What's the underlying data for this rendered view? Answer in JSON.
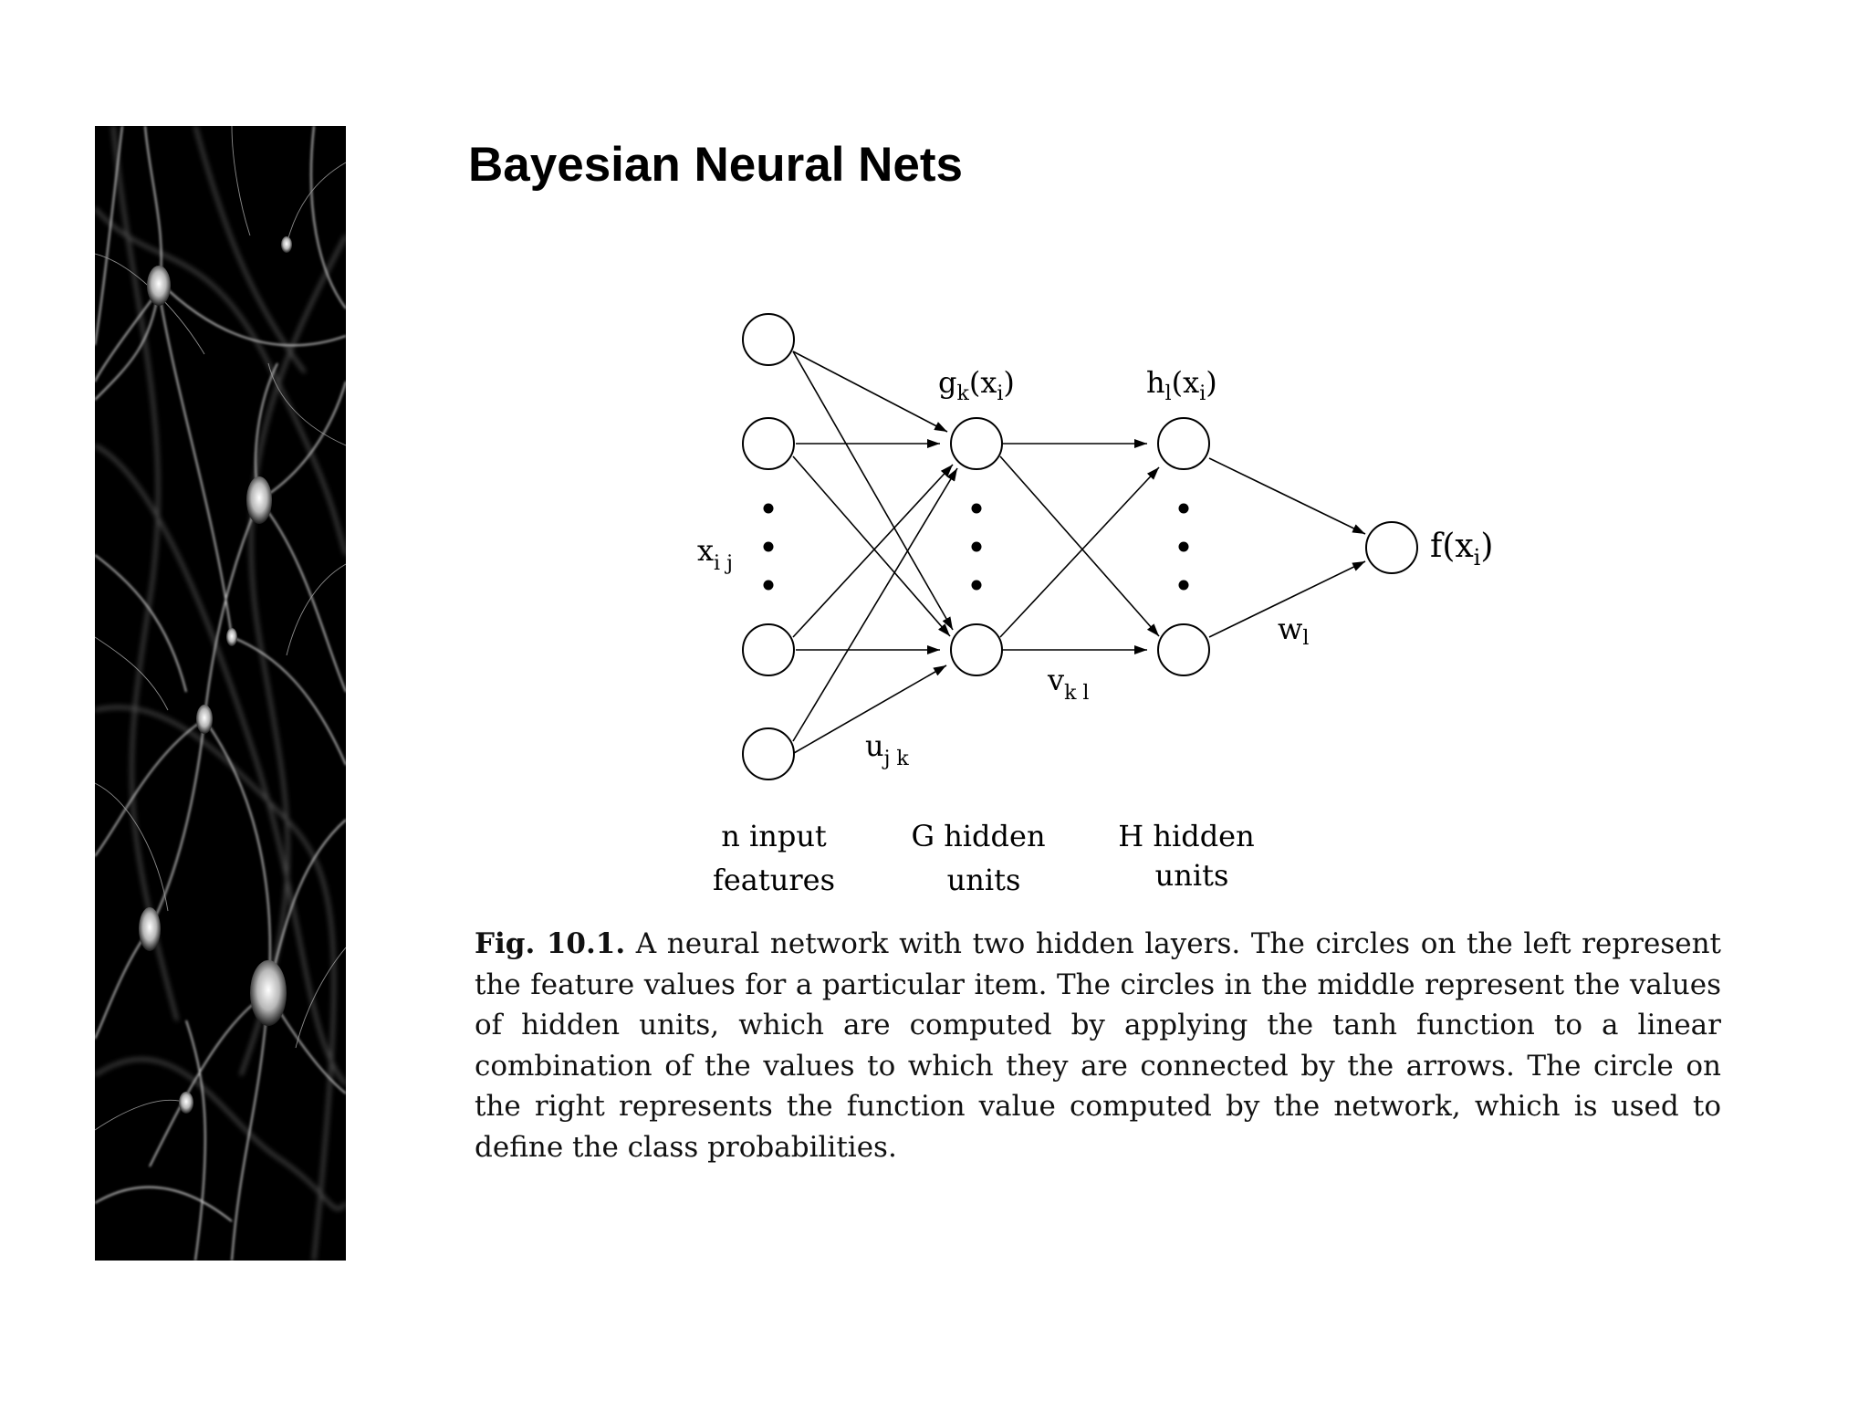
{
  "slide": {
    "title": "Bayesian Neural Nets"
  },
  "side_image": {
    "description_icon": "neuron-network-image",
    "background": "#000000"
  },
  "diagram": {
    "layer_top_labels": {
      "g_base": "g",
      "g_sub": "k",
      "g_arg": "(x",
      "g_arg_sub": "i",
      "g_close": ")",
      "h_base": "h",
      "h_sub": "l",
      "h_arg": "(x",
      "h_arg_sub": "i",
      "h_close": ")"
    },
    "input_label": {
      "base": "x",
      "sub": "i j"
    },
    "output_label": {
      "base": "f(x",
      "sub": "i",
      "close": ")"
    },
    "weight_labels": {
      "u": {
        "base": "u",
        "sub": "j k"
      },
      "v": {
        "base": "v",
        "sub": "k l"
      },
      "w": {
        "base": "w",
        "sub": "l"
      }
    },
    "bottom_labels": {
      "input_line1": "n input",
      "input_line2": "features",
      "g_line1": "G hidden",
      "g_line2": "units",
      "h_line1": "H hidden",
      "h_line2": "units"
    }
  },
  "caption": {
    "fig_label": "Fig. 10.1.",
    "text": "A neural network with two hidden layers. The circles on the left represent the feature values for a particular item. The circles in the middle represent the values of hidden units, which are computed by applying the tanh function to a linear combination of the values to which they are connected by the arrows. The circle on the right represents the function value computed by the network, which is used to define the class probabilities."
  }
}
